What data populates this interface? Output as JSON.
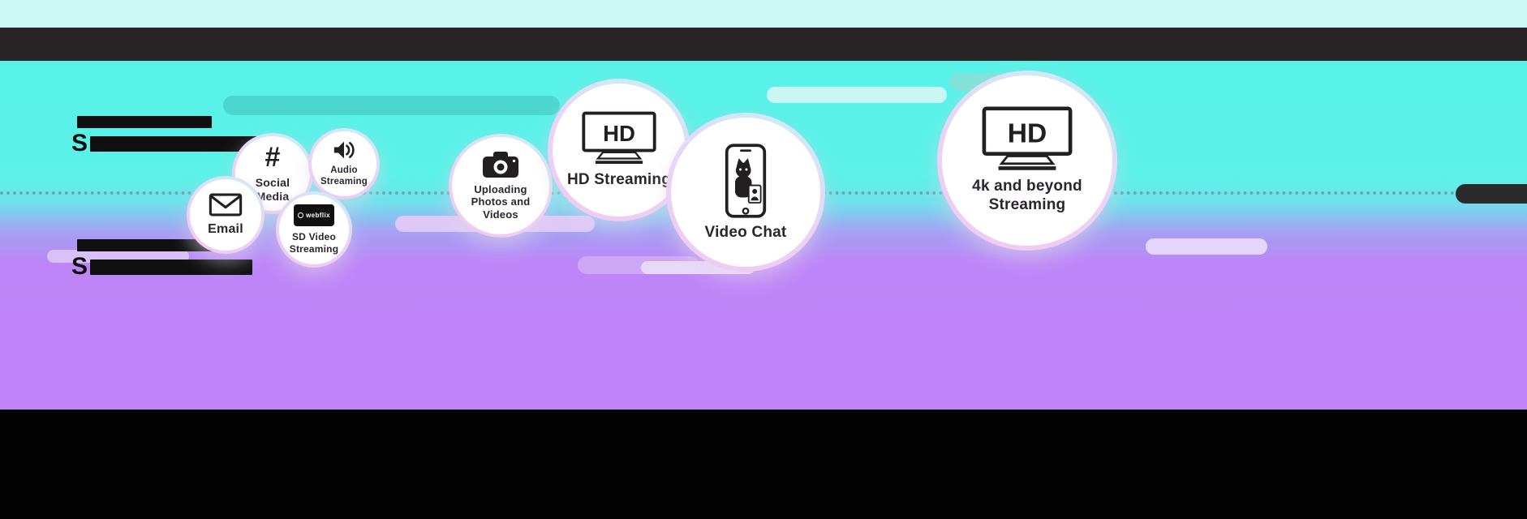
{
  "colors": {
    "cyan_background": "#5af2e8",
    "purple_background": "#c07ff8",
    "header_bar": "#292526",
    "footer_bar": "#000000",
    "teal_pill": "#46cfc5",
    "ink": "#231f20"
  },
  "headings": {
    "top_initial": "S",
    "bottom_initial": "S"
  },
  "bubbles": [
    {
      "label": "Email",
      "icon": "envelope-icon"
    },
    {
      "label": "Social Media",
      "icon": "hashtag-icon",
      "glyph": "#"
    },
    {
      "label": "Audio Streaming",
      "icon": "speaker-icon"
    },
    {
      "label": "SD Video Streaming",
      "icon": "webflix-logo-icon",
      "logo_text": "webflix"
    },
    {
      "label": "Uploading Photos and Videos",
      "icon": "camera-icon"
    },
    {
      "label": "HD Streaming",
      "icon": "hd-tv-icon",
      "tv_text": "HD"
    },
    {
      "label": "Video Chat",
      "icon": "video-chat-phone-icon"
    },
    {
      "label": "4k and beyond Streaming",
      "icon": "hd-tv-icon",
      "tv_text": "HD"
    }
  ]
}
